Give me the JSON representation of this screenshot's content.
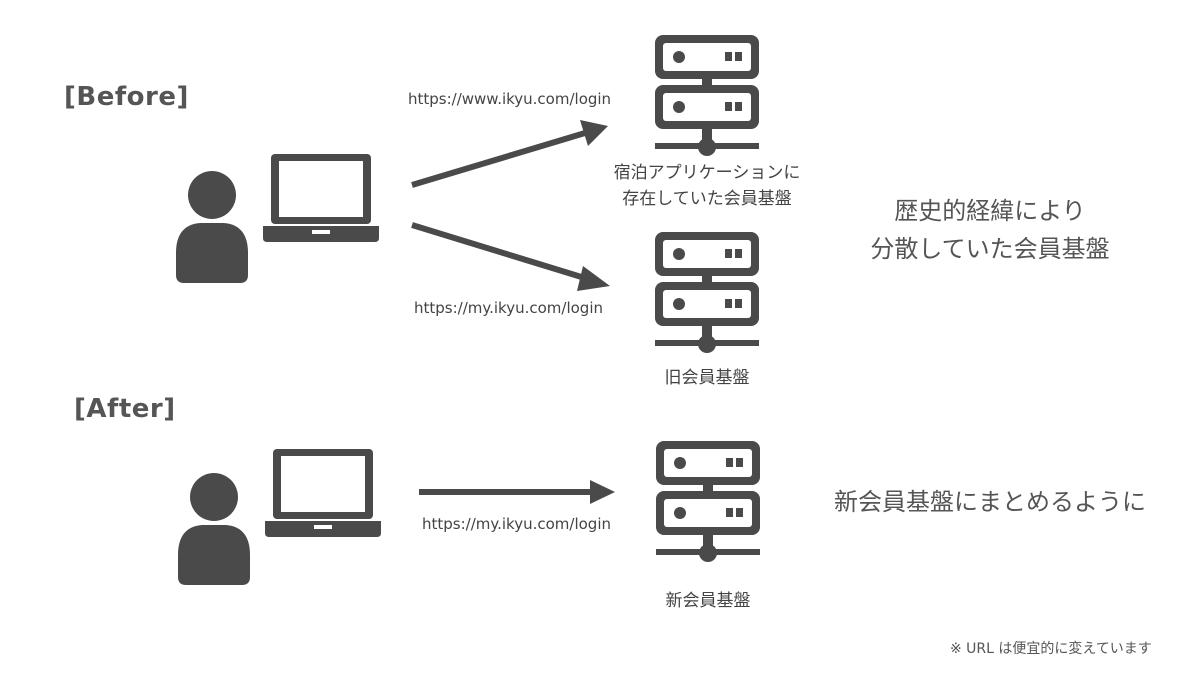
{
  "before": {
    "heading": "[Before]",
    "url_top": "https://www.ikyu.com/login",
    "url_bottom": "https://my.ikyu.com/login",
    "server_top_label_line1": "宿泊アプリケーションに",
    "server_top_label_line2": "存在していた会員基盤",
    "server_bottom_label": "旧会員基盤",
    "note_line1": "歴史的経緯により",
    "note_line2": "分散していた会員基盤"
  },
  "after": {
    "heading": "[After]",
    "url": "https://my.ikyu.com/login",
    "server_label": "新会員基盤",
    "note": "新会員基盤にまとめるように"
  },
  "footnote": "※ URL は便宜的に変えています",
  "icons": [
    "user-icon",
    "laptop-icon",
    "server-icon",
    "arrow-icon"
  ],
  "colors": {
    "icon": "#4a4a4a",
    "text": "#4a4a4a"
  }
}
